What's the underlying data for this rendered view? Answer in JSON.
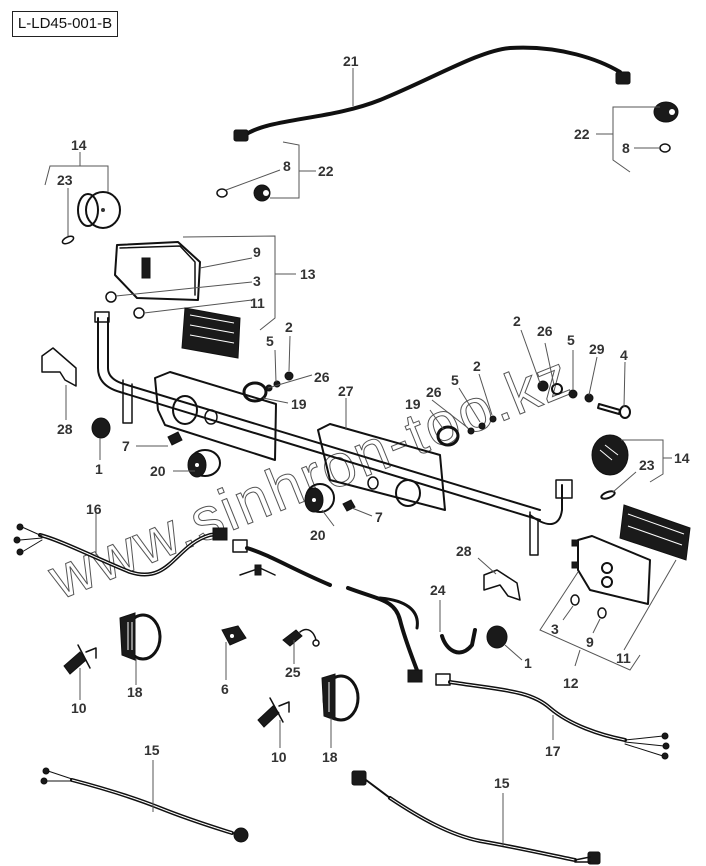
{
  "diagram": {
    "code": "L-LD45-001-B",
    "watermark": "www.sinhron-too.kz",
    "colors": {
      "ink": "#111111",
      "leader": "#555555",
      "label": "#333333",
      "background": "#ffffff"
    },
    "callouts": [
      {
        "id": "c21",
        "label": "21"
      },
      {
        "id": "c22a",
        "label": "22"
      },
      {
        "id": "c8a",
        "label": "8"
      },
      {
        "id": "c22b",
        "label": "22"
      },
      {
        "id": "c8b",
        "label": "8"
      },
      {
        "id": "c14a",
        "label": "14"
      },
      {
        "id": "c23a",
        "label": "23"
      },
      {
        "id": "c9a",
        "label": "9"
      },
      {
        "id": "c3a",
        "label": "3"
      },
      {
        "id": "c13",
        "label": "13"
      },
      {
        "id": "c11a",
        "label": "11"
      },
      {
        "id": "c5a",
        "label": "5"
      },
      {
        "id": "c2a",
        "label": "2"
      },
      {
        "id": "c26a",
        "label": "26"
      },
      {
        "id": "c19a",
        "label": "19"
      },
      {
        "id": "c28a",
        "label": "28"
      },
      {
        "id": "c1a",
        "label": "1"
      },
      {
        "id": "c7a",
        "label": "7"
      },
      {
        "id": "c20a",
        "label": "20"
      },
      {
        "id": "c27",
        "label": "27"
      },
      {
        "id": "c2b",
        "label": "2"
      },
      {
        "id": "c26b",
        "label": "26"
      },
      {
        "id": "c5b",
        "label": "5"
      },
      {
        "id": "c29",
        "label": "29"
      },
      {
        "id": "c4",
        "label": "4"
      },
      {
        "id": "c5c",
        "label": "5"
      },
      {
        "id": "c2c",
        "label": "2"
      },
      {
        "id": "c26c",
        "label": "26"
      },
      {
        "id": "c19b",
        "label": "19"
      },
      {
        "id": "c14b",
        "label": "14"
      },
      {
        "id": "c23b",
        "label": "23"
      },
      {
        "id": "c16",
        "label": "16"
      },
      {
        "id": "c7b",
        "label": "7"
      },
      {
        "id": "c20b",
        "label": "20"
      },
      {
        "id": "c28b",
        "label": "28"
      },
      {
        "id": "c24",
        "label": "24"
      },
      {
        "id": "c1b",
        "label": "1"
      },
      {
        "id": "c3b",
        "label": "3"
      },
      {
        "id": "c9b",
        "label": "9"
      },
      {
        "id": "c11b",
        "label": "11"
      },
      {
        "id": "c12",
        "label": "12"
      },
      {
        "id": "c18a",
        "label": "18"
      },
      {
        "id": "c6",
        "label": "6"
      },
      {
        "id": "c25",
        "label": "25"
      },
      {
        "id": "c10a",
        "label": "10"
      },
      {
        "id": "c10b",
        "label": "10"
      },
      {
        "id": "c18b",
        "label": "18"
      },
      {
        "id": "c17",
        "label": "17"
      },
      {
        "id": "c15a",
        "label": "15"
      },
      {
        "id": "c15b",
        "label": "15"
      }
    ]
  }
}
